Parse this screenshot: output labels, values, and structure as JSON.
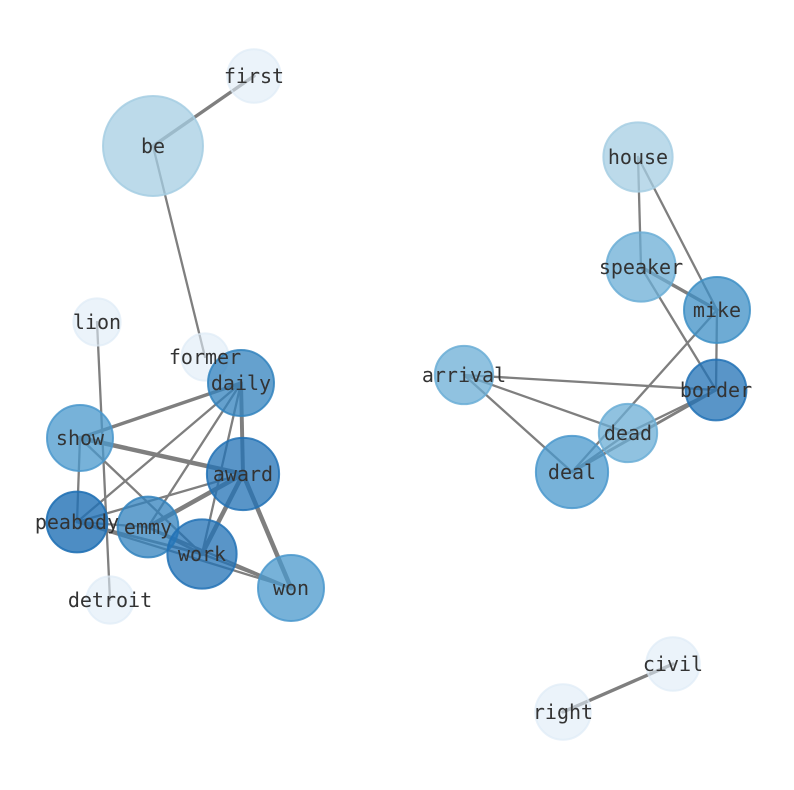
{
  "graph": {
    "type": "network",
    "nodes": [
      {
        "id": "be",
        "label": "be",
        "weight": 1.0,
        "color": "#a6cee3",
        "opacity": 0.75
      },
      {
        "id": "first",
        "label": "first",
        "weight": 0.1,
        "color": "#deebf7",
        "opacity": 0.6
      },
      {
        "id": "former",
        "label": "former",
        "weight": 0.05,
        "color": "#deebf7",
        "opacity": 0.6
      },
      {
        "id": "lion",
        "label": "lion",
        "weight": 0.05,
        "color": "#deebf7",
        "opacity": 0.6
      },
      {
        "id": "detroit",
        "label": "detroit",
        "weight": 0.05,
        "color": "#deebf7",
        "opacity": 0.6
      },
      {
        "id": "daily",
        "label": "daily",
        "weight": 0.25,
        "color": "#3182bd",
        "opacity": 0.75
      },
      {
        "id": "show",
        "label": "show",
        "weight": 0.25,
        "color": "#4a98cc",
        "opacity": 0.75
      },
      {
        "id": "award",
        "label": "award",
        "weight": 0.35,
        "color": "#2171b5",
        "opacity": 0.75
      },
      {
        "id": "peabody",
        "label": "peabody",
        "weight": 0.18,
        "color": "#2171b5",
        "opacity": 0.8
      },
      {
        "id": "emmy",
        "label": "emmy",
        "weight": 0.18,
        "color": "#3182bd",
        "opacity": 0.75
      },
      {
        "id": "work",
        "label": "work",
        "weight": 0.3,
        "color": "#2171b5",
        "opacity": 0.75
      },
      {
        "id": "won",
        "label": "won",
        "weight": 0.25,
        "color": "#4a98cc",
        "opacity": 0.75
      },
      {
        "id": "house",
        "label": "house",
        "weight": 0.3,
        "color": "#a6cee3",
        "opacity": 0.75
      },
      {
        "id": "speaker",
        "label": "speaker",
        "weight": 0.3,
        "color": "#6baed6",
        "opacity": 0.75
      },
      {
        "id": "mike",
        "label": "mike",
        "weight": 0.25,
        "color": "#3d8fc6",
        "opacity": 0.75
      },
      {
        "id": "arrival",
        "label": "arrival",
        "weight": 0.15,
        "color": "#6baed6",
        "opacity": 0.75
      },
      {
        "id": "border",
        "label": "border",
        "weight": 0.18,
        "color": "#2171b5",
        "opacity": 0.75
      },
      {
        "id": "dead",
        "label": "dead",
        "weight": 0.15,
        "color": "#6baed6",
        "opacity": 0.75
      },
      {
        "id": "deal",
        "label": "deal",
        "weight": 0.35,
        "color": "#4a98cc",
        "opacity": 0.75
      },
      {
        "id": "civil",
        "label": "civil",
        "weight": 0.1,
        "color": "#deebf7",
        "opacity": 0.6
      },
      {
        "id": "right",
        "label": "right",
        "weight": 0.12,
        "color": "#deebf7",
        "opacity": 0.6
      }
    ],
    "edges": [
      {
        "source": "be",
        "target": "first",
        "strength": 2
      },
      {
        "source": "be",
        "target": "former",
        "strength": 1
      },
      {
        "source": "lion",
        "target": "detroit",
        "strength": 1
      },
      {
        "source": "daily",
        "target": "show",
        "strength": 2
      },
      {
        "source": "daily",
        "target": "award",
        "strength": 2.5
      },
      {
        "source": "daily",
        "target": "peabody",
        "strength": 1
      },
      {
        "source": "daily",
        "target": "emmy",
        "strength": 1
      },
      {
        "source": "daily",
        "target": "work",
        "strength": 1
      },
      {
        "source": "show",
        "target": "award",
        "strength": 3
      },
      {
        "source": "show",
        "target": "peabody",
        "strength": 1
      },
      {
        "source": "show",
        "target": "work",
        "strength": 1
      },
      {
        "source": "award",
        "target": "peabody",
        "strength": 1
      },
      {
        "source": "award",
        "target": "emmy",
        "strength": 3
      },
      {
        "source": "award",
        "target": "work",
        "strength": 3
      },
      {
        "source": "award",
        "target": "won",
        "strength": 3
      },
      {
        "source": "peabody",
        "target": "emmy",
        "strength": 1
      },
      {
        "source": "peabody",
        "target": "work",
        "strength": 1.5
      },
      {
        "source": "peabody",
        "target": "won",
        "strength": 1
      },
      {
        "source": "emmy",
        "target": "work",
        "strength": 1.5
      },
      {
        "source": "emmy",
        "target": "won",
        "strength": 1
      },
      {
        "source": "work",
        "target": "won",
        "strength": 1
      },
      {
        "source": "house",
        "target": "speaker",
        "strength": 1
      },
      {
        "source": "house",
        "target": "mike",
        "strength": 1
      },
      {
        "source": "speaker",
        "target": "mike",
        "strength": 2
      },
      {
        "source": "speaker",
        "target": "border",
        "strength": 1
      },
      {
        "source": "mike",
        "target": "border",
        "strength": 1
      },
      {
        "source": "mike",
        "target": "deal",
        "strength": 1
      },
      {
        "source": "arrival",
        "target": "border",
        "strength": 1
      },
      {
        "source": "arrival",
        "target": "dead",
        "strength": 1
      },
      {
        "source": "arrival",
        "target": "deal",
        "strength": 1
      },
      {
        "source": "deal",
        "target": "dead",
        "strength": 1
      },
      {
        "source": "deal",
        "target": "border",
        "strength": 1.5
      },
      {
        "source": "dead",
        "target": "border",
        "strength": 1
      },
      {
        "source": "civil",
        "target": "right",
        "strength": 2
      }
    ]
  }
}
